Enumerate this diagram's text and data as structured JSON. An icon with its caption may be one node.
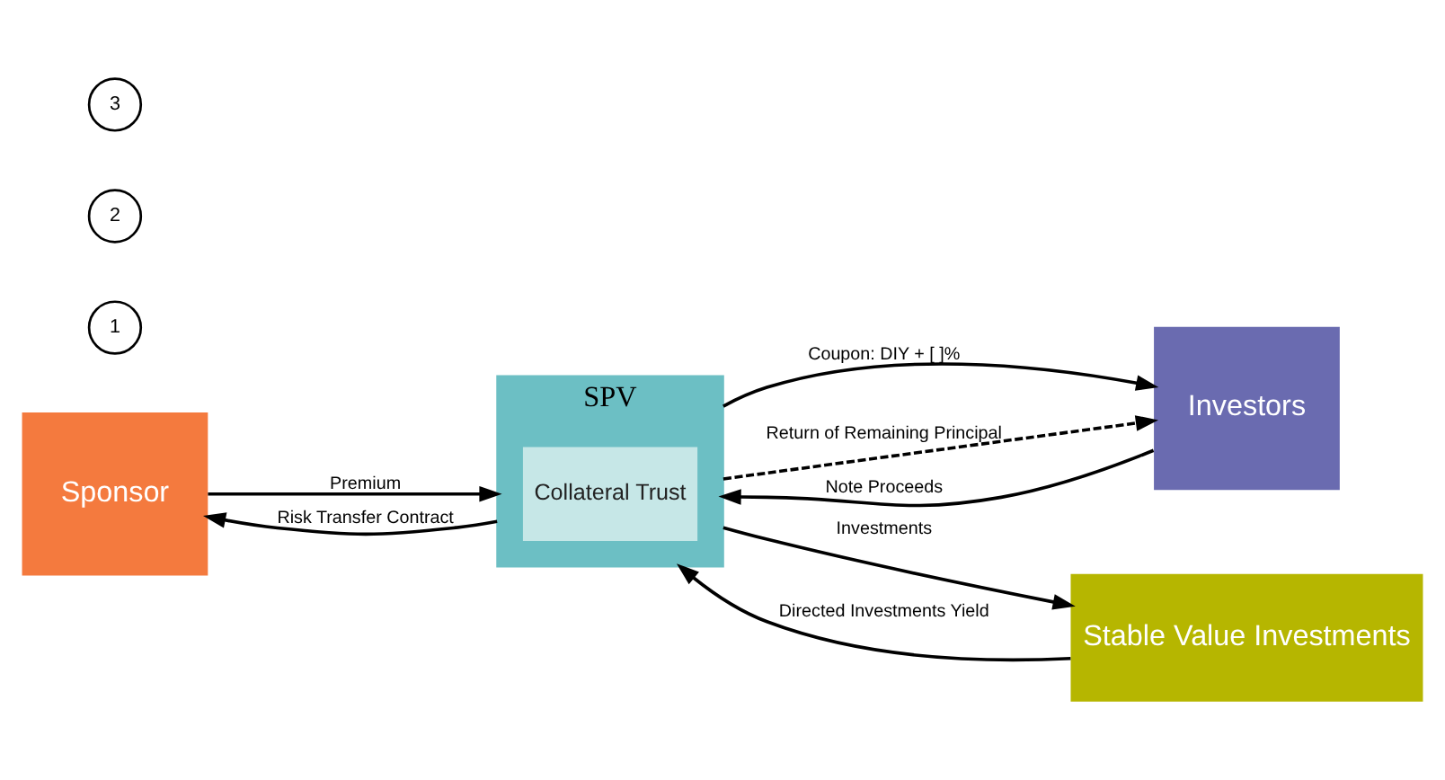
{
  "diagram": {
    "nodes": [
      {
        "text": [
          "Sponsor"
        ]
      },
      {
        "text": [
          "SPV"
        ]
      },
      {
        "text": [
          "Collateral Trust"
        ],
        "in": 1
      },
      {
        "text": [
          "Investors"
        ]
      },
      {
        "text": [
          "Stable Value Investments"
        ]
      },
      {
        "text": [
          "1"
        ]
      },
      {
        "text": [
          "2"
        ]
      },
      {
        "text": [
          "3"
        ]
      }
    ],
    "edges": [
      {
        "from": 0,
        "to": 1,
        "arrow": "to",
        "label": "Premium"
      },
      {
        "from": 1,
        "to": 0,
        "arrow": "to",
        "label": "Risk Transfer Contract"
      },
      {
        "from": 1,
        "to": 3,
        "arrow": "to",
        "label": "Coupon: DIY + [ ]%"
      },
      {
        "from": 1,
        "to": 3,
        "arrow": "to",
        "label": "Return of Remaining Principal",
        "style": "dashed"
      },
      {
        "from": 1,
        "to": 4,
        "arrow": "to",
        "label": "Investments"
      },
      {
        "from": 3,
        "to": 1,
        "arrow": "to",
        "label": "Note Proceeds"
      },
      {
        "from": 4,
        "to": 1,
        "arrow": "to",
        "label": "Directed Investments Yield"
      }
    ]
  }
}
